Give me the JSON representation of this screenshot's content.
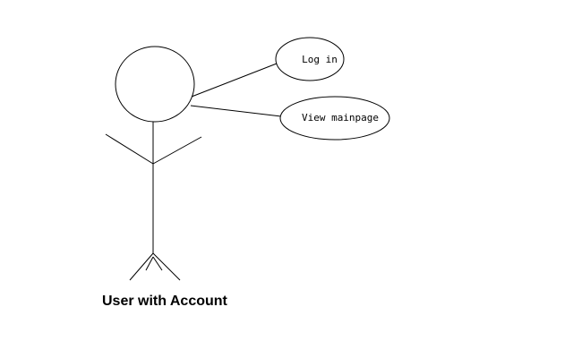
{
  "diagram": {
    "actor": {
      "label": "User with Account"
    },
    "use_cases": [
      {
        "label": "Log in"
      },
      {
        "label": "View mainpage"
      }
    ],
    "stroke_color": "#000000",
    "background_color": "#ffffff"
  }
}
